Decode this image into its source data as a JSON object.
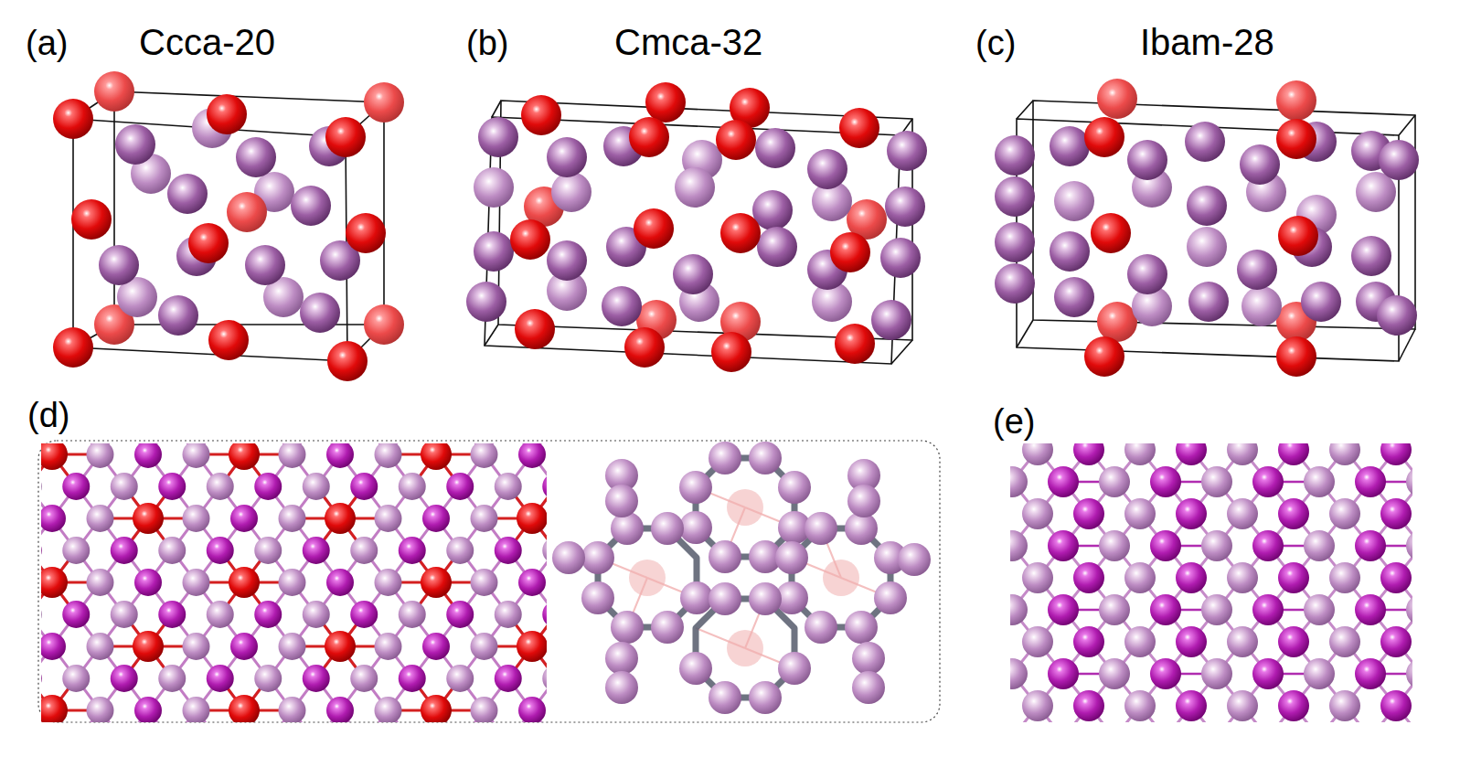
{
  "diagram": {
    "labels": [
      "(a)",
      "Ccca-20",
      "(b)",
      "Cmca-32",
      "(c)",
      "Ibam-28",
      "(d)",
      "(e)"
    ]
  }
}
